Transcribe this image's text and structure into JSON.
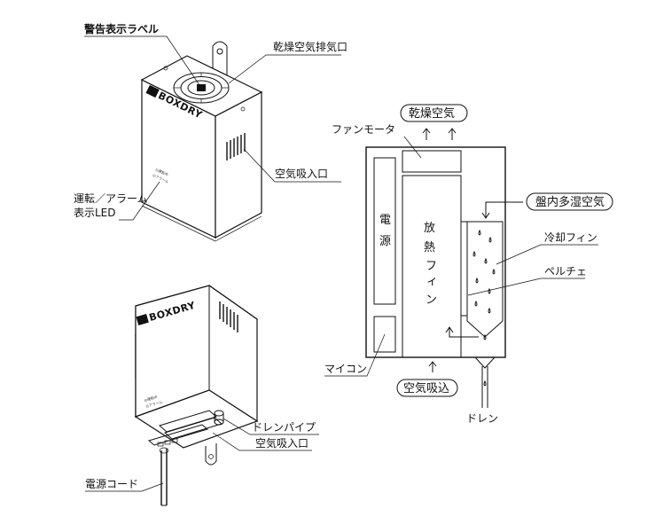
{
  "top_unit": {
    "brand_logo": "BOXDRY",
    "warning_label": "警告表示ラベル",
    "dry_air_exhaust": "乾燥空気排気口",
    "air_intake": "空気吸入口",
    "led_label_line1": "運転／アラーム",
    "led_label_line2": "表示LED",
    "panel_text_1": "◎運転中",
    "panel_text_2": "◎アラーム"
  },
  "bottom_unit": {
    "brand_logo": "BOXDRY",
    "drain_pipe": "ドレンパイプ",
    "air_intake": "空気吸入口",
    "power_cord": "電源コード",
    "panel_text_1": "◎運転中",
    "panel_text_2": "◎アラーム"
  },
  "schematic": {
    "dry_air": "乾燥空気",
    "fan_motor": "ファンモータ",
    "cabinet_air": "盤内多湿空気",
    "cooling_fin": "冷却フィン",
    "peltier": "ペルチェ",
    "power_supply": [
      "電",
      "源"
    ],
    "heat_fin": [
      "放",
      "熱",
      "フ",
      "ィ",
      "ン"
    ],
    "microcomputer": "マイコン",
    "air_intake": "空気吸込",
    "drain": "ドレン"
  }
}
